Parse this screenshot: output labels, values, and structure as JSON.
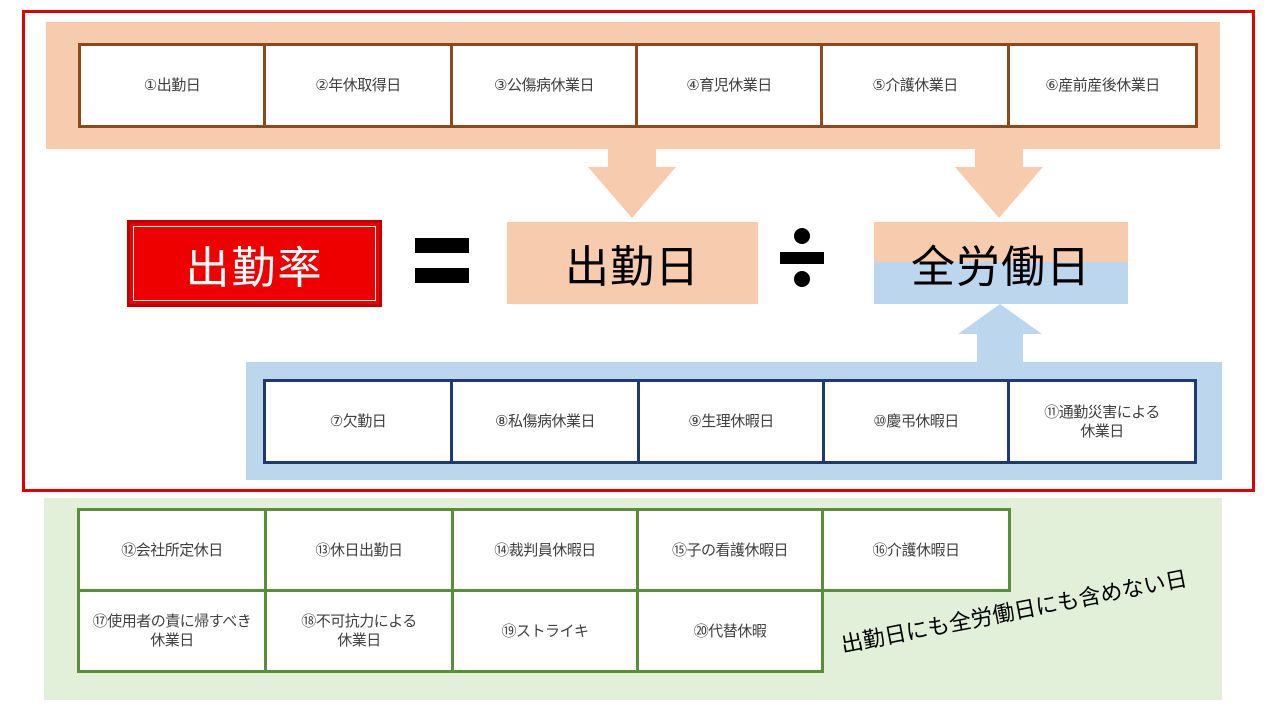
{
  "formula": {
    "rate_label": "出勤率",
    "numerator_label": "出勤日",
    "denominator_label": "全労働日"
  },
  "included_attendance": [
    "①出勤日",
    "②年休取得日",
    "③公傷病休業日",
    "④育児休業日",
    "⑤介護休業日",
    "⑥産前産後休業日"
  ],
  "excluded_from_attendance": [
    "⑦欠勤日",
    "⑧私傷病休業日",
    "⑨生理休暇日",
    "⑩慶弔休暇日",
    "⑪通勤災害による\n休業日"
  ],
  "excluded_from_both": {
    "caption": "出勤日にも全労働日にも含めない日",
    "row1": [
      "⑫会社所定休日",
      "⑬休日出勤日",
      "⑭裁判員休暇日",
      "⑮子の看護休暇日",
      "⑯介護休暇日"
    ],
    "row2": [
      "⑰使用者の責に帰すべき\n休業日",
      "⑱不可抗力による\n休業日",
      "⑲ストライキ",
      "⑳代替休暇"
    ]
  },
  "colors": {
    "frame": "#e00000",
    "attendance_band": "#f7cbae",
    "absence_band": "#bcd6ee",
    "excluded_band": "#e2efd9",
    "rate_box": "#ee0000"
  }
}
